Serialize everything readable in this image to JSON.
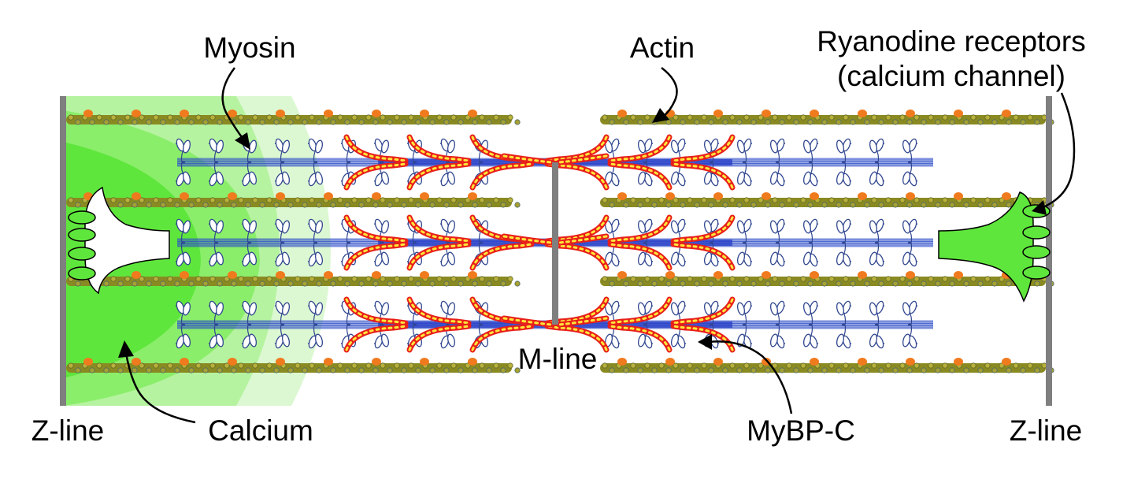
{
  "labels": {
    "myosin": "Myosin",
    "actin": "Actin",
    "ryanodine_line1": "Ryanodine receptors",
    "ryanodine_line2": "(calcium channel)",
    "m_line": "M-line",
    "z_line_left": "Z-line",
    "z_line_right": "Z-line",
    "calcium": "Calcium",
    "mybpc": "MyBP-C"
  },
  "colors": {
    "calcium_green": "#5ee83a",
    "z_line_gray": "#7f7f7f",
    "actin_olive": "#8a8a22",
    "actin_orange": "#f07a1e",
    "myosin_blue": "#2f4fc8",
    "myosin_head_outline": "#30468f",
    "mybpc_red": "#e8201a",
    "mybpc_yellow": "#ffe63a",
    "ryr_green": "#44d62c"
  },
  "icons": {
    "ryanodine_receptor_left": "ryanodine-receptor-white",
    "ryanodine_receptor_right": "ryanodine-receptor-green"
  }
}
